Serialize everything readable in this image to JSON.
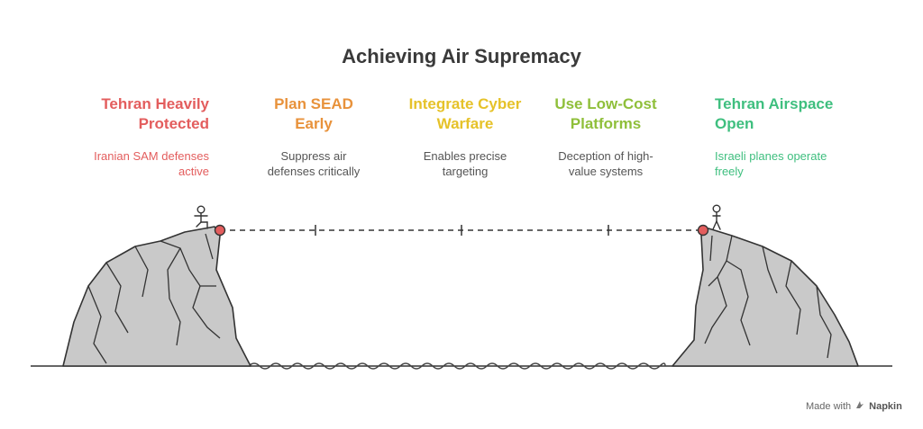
{
  "title": "Achieving Air Supremacy",
  "steps": [
    {
      "heading": "Tehran Heavily Protected",
      "heading_lines": [
        "Tehran Heavily",
        "Protected"
      ],
      "desc_lines": [
        "Iranian SAM defenses",
        "active"
      ],
      "color": "#e35d5d"
    },
    {
      "heading": "Plan SEAD Early",
      "heading_lines": [
        "Plan SEAD",
        "Early"
      ],
      "desc_lines": [
        "Suppress air",
        "defenses critically"
      ],
      "color": "#e8923b"
    },
    {
      "heading": "Integrate Cyber Warfare",
      "heading_lines": [
        "Integrate Cyber",
        "Warfare"
      ],
      "desc_lines": [
        "Enables precise",
        "targeting"
      ],
      "color": "#e6c229"
    },
    {
      "heading": "Use Low-Cost Platforms",
      "heading_lines": [
        "Use Low-Cost",
        "Platforms"
      ],
      "desc_lines": [
        "Deception of high-",
        "value systems"
      ],
      "color": "#8fbf3a"
    },
    {
      "heading": "Tehran Airspace Open",
      "heading_lines": [
        "Tehran Airspace",
        "Open"
      ],
      "desc_lines": [
        "Israeli planes operate",
        "freely"
      ],
      "color": "#3fbf7f"
    }
  ],
  "footer": {
    "prefix": "Made with",
    "brand": "Napkin",
    "logo_icon": "napkin-logo-icon"
  }
}
